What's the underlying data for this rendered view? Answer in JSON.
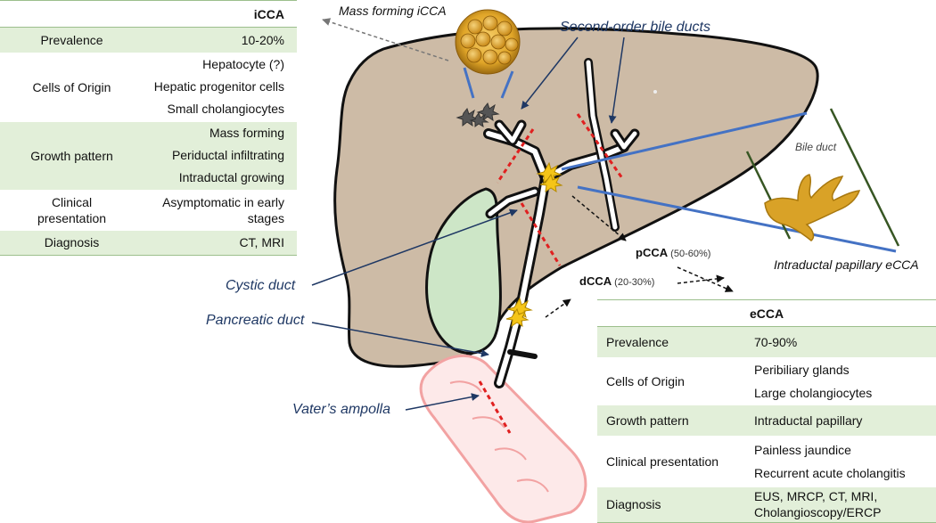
{
  "icca_table": {
    "title": "iCCA",
    "rows": [
      {
        "label": "Prevalence",
        "values": [
          "10-20%"
        ]
      },
      {
        "label": "Cells of Origin",
        "values": [
          "Hepatocyte (?)",
          "Hepatic progenitor cells",
          "Small cholangiocytes"
        ]
      },
      {
        "label": "Growth pattern",
        "values": [
          "Mass forming",
          "Periductal infiltrating",
          "Intraductal growing"
        ]
      },
      {
        "label": "Clinical presentation",
        "values": [
          "Asymptomatic in early stages"
        ]
      },
      {
        "label": "Diagnosis",
        "values": [
          "CT, MRI"
        ]
      }
    ]
  },
  "ecca_table": {
    "title": "eCCA",
    "rows": [
      {
        "label": "Prevalence",
        "values": [
          "70-90%"
        ]
      },
      {
        "label": "Cells of Origin",
        "values": [
          "Peribiliary glands",
          "Large cholangiocytes"
        ]
      },
      {
        "label": "Growth pattern",
        "values": [
          "Intraductal papillary"
        ]
      },
      {
        "label": "Clinical presentation",
        "values": [
          "Painless jaundice",
          "Recurrent acute cholangitis"
        ]
      },
      {
        "label": "Diagnosis",
        "values": [
          "EUS, MRCP, CT, MRI, Cholangioscopy/ERCP"
        ]
      }
    ]
  },
  "labels": {
    "mass_forming": "Mass forming iCCA",
    "second_order": "Second-order bile ducts",
    "bile_duct": "Bile duct",
    "intraductal_papillary": "Intraductal papillary eCCA",
    "cystic_duct": "Cystic duct",
    "pancreatic_duct": "Pancreatic duct",
    "vaters_ampolla": "Vater’s ampolla"
  },
  "subtypes": {
    "pcca_name": "pCCA",
    "pcca_range": "(50-60%)",
    "dcca_name": "dCCA",
    "dcca_range": "(20-30%)"
  },
  "colors": {
    "liver": "#cdbba6",
    "gallbladder": "#cde6c7",
    "table_shade": "#e2efd9",
    "table_line": "#9cbf8c",
    "blue_line": "#4472c4",
    "cut_line": "#e02020",
    "label_blue": "#1f3864",
    "tumor_yellow": "#e0a528"
  }
}
